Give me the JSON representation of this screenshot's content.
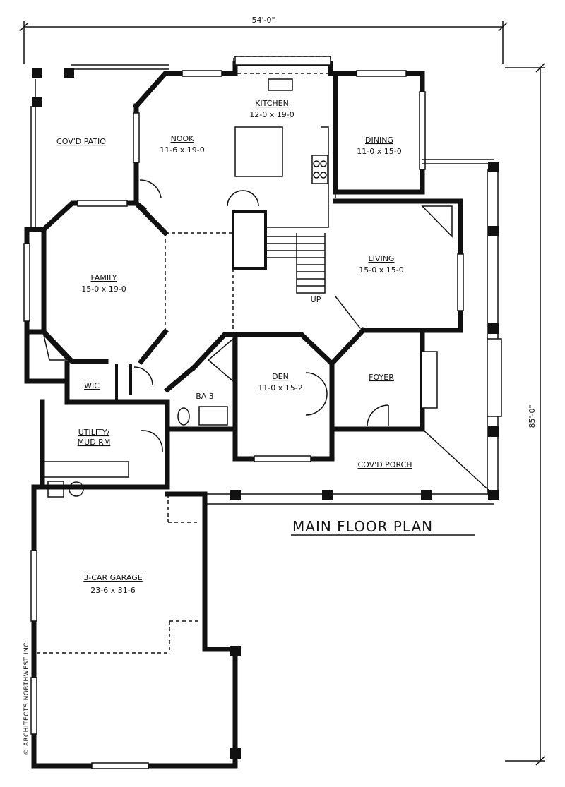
{
  "title": "MAIN FLOOR PLAN",
  "credit": "© ARCHITECTS NORTHWEST INC.",
  "dimensions": {
    "width": "54'-0\"",
    "depth": "85'-0\""
  },
  "rooms": {
    "patio": {
      "name": "COV'D PATIO"
    },
    "nook": {
      "name": "NOOK",
      "size": "11-6 x 19-0"
    },
    "kitchen": {
      "name": "KITCHEN",
      "size": "12-0 x 19-0"
    },
    "dining": {
      "name": "DINING",
      "size": "11-0 x 15-0"
    },
    "family": {
      "name": "FAMILY",
      "size": "15-0 x 19-0"
    },
    "living": {
      "name": "LIVING",
      "size": "15-0 x 15-0"
    },
    "den": {
      "name": "DEN",
      "size": "11-0 x 15-2"
    },
    "foyer": {
      "name": "FOYER"
    },
    "wic": {
      "name": "WIC"
    },
    "bath": {
      "name": "BA 3"
    },
    "utility": {
      "name": "UTILITY/",
      "name2": "MUD RM"
    },
    "porch": {
      "name": "COV'D PORCH"
    },
    "garage": {
      "name": "3-CAR GARAGE",
      "size": "23-6 x 31-6"
    }
  },
  "stair_label": "UP"
}
